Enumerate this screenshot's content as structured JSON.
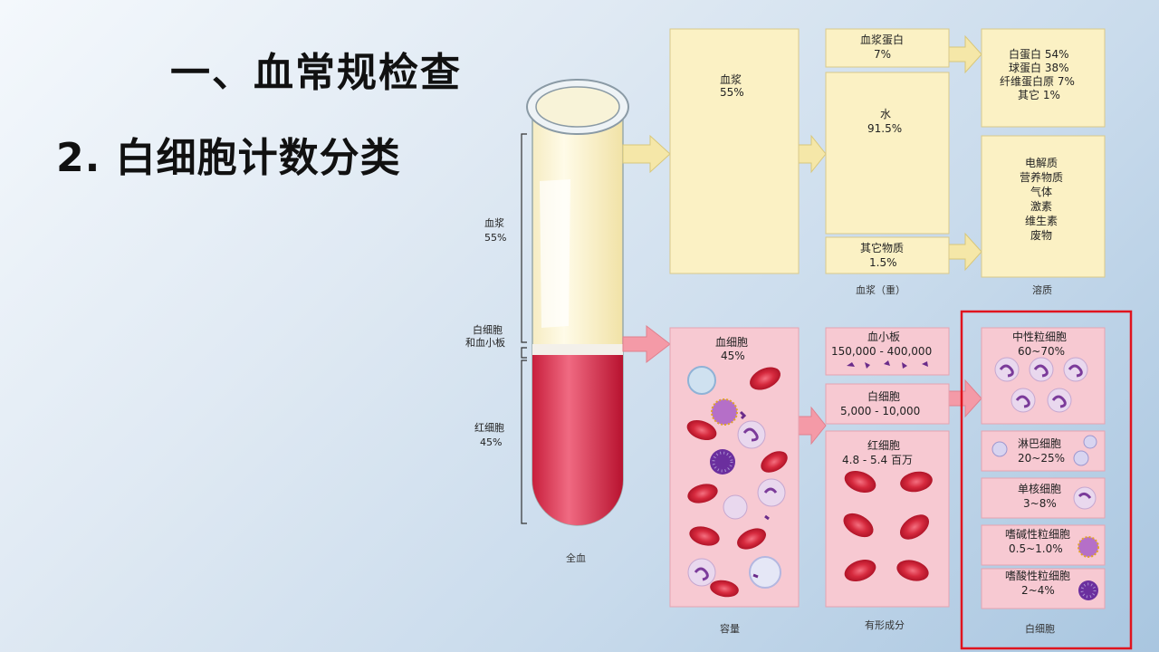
{
  "slide": {
    "heading": "一、血常规检查",
    "subheading": "2. 白细胞计数分类"
  },
  "tube": {
    "plasma_label": "血浆",
    "plasma_pct": "55%",
    "wbc_label": "白细胞",
    "platelet_label": "和血小板",
    "rbc_label": "红细胞",
    "rbc_pct": "45%",
    "caption": "全血"
  },
  "plasma_panel": {
    "name": "血浆",
    "pct": "55%"
  },
  "plasma_components": {
    "protein": {
      "name": "血浆蛋白",
      "pct": "7%"
    },
    "water": {
      "name": "水",
      "pct": "91.5%"
    },
    "other": {
      "name": "其它物质",
      "pct": "1.5%"
    },
    "caption": "血浆（重）"
  },
  "protein_breakdown": {
    "lines": [
      "白蛋白 54%",
      "球蛋白 38%",
      "纤维蛋白原 7%",
      "其它 1%"
    ]
  },
  "solutes": {
    "items": [
      "电解质",
      "营养物质",
      "气体",
      "激素",
      "维生素",
      "废物"
    ],
    "caption": "溶质"
  },
  "cells_panel": {
    "name": "血细胞",
    "pct": "45%",
    "caption": "容量"
  },
  "formed": {
    "platelet": {
      "name": "血小板",
      "range": "150,000 - 400,000"
    },
    "wbc": {
      "name": "白细胞",
      "range": "5,000 - 10,000"
    },
    "rbc": {
      "name": "红细胞",
      "range": "4.8 - 5.4 百万"
    },
    "caption": "有形成分"
  },
  "leukocytes": {
    "neutrophil": {
      "name": "中性粒细胞",
      "pct": "60~70%"
    },
    "lymphocyte": {
      "name": "淋巴细胞",
      "pct": "20~25%"
    },
    "monocyte": {
      "name": "单核细胞",
      "pct": "3~8%"
    },
    "basophil": {
      "name": "嗜碱性粒细胞",
      "pct": "0.5~1.0%"
    },
    "eosinophil": {
      "name": "嗜酸性粒细胞",
      "pct": "2~4%"
    },
    "caption": "白细胞"
  },
  "colors": {
    "plasma_box": "#fbf1c4",
    "cell_box": "#f7c9d2",
    "rbc": "#d8283c",
    "highlight": "#e0141e"
  }
}
